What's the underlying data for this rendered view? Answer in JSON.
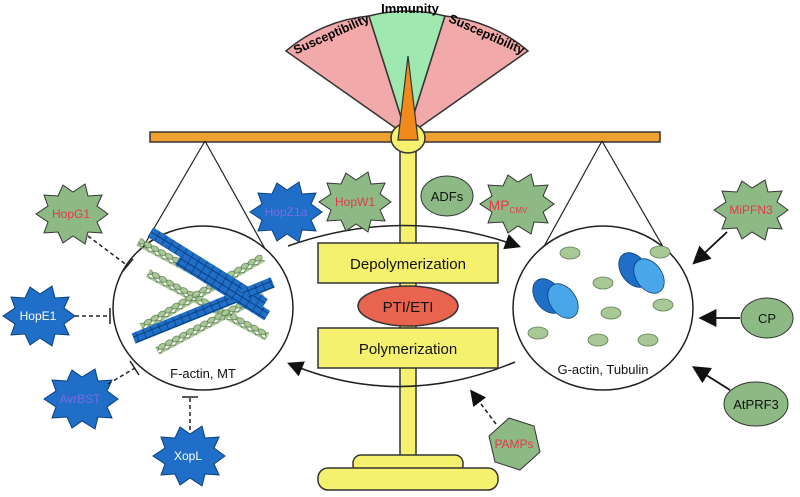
{
  "gauge": {
    "left_label": "Susceptibility",
    "center_label": "Immunity",
    "right_label": "Susceptibility"
  },
  "center": {
    "depolymerization": "Depolymerization",
    "ptieti": "PTI/ETI",
    "polymerization": "Polymerization"
  },
  "left_pan": {
    "label": "F-actin, MT"
  },
  "right_pan": {
    "label": "G-actin, Tubulin"
  },
  "effectors": {
    "hopg1": "HopG1",
    "hope1": "HopE1",
    "avrbst": "AvrBST",
    "xopl": "XopL",
    "hopz1a": "HopZ1a",
    "hopw1": "HopW1",
    "adfs": "ADFs",
    "mp": "MP",
    "mp_sub": "CMV",
    "mipfn3": "MiPFN3",
    "cp": "CP",
    "atprf3": "AtPRF3",
    "pamps": "PAMPs"
  },
  "colors": {
    "susceptibility": "#f2a9a9",
    "immunity": "#9fe8b0",
    "beam": "#f0a030",
    "pillar": "#f5f06e",
    "ptieti": "#e8644e",
    "green_node": "#8dba84",
    "blue_node": "#1f6fc9",
    "red_text": "#e8364a",
    "blue_text": "#7a6be0"
  }
}
